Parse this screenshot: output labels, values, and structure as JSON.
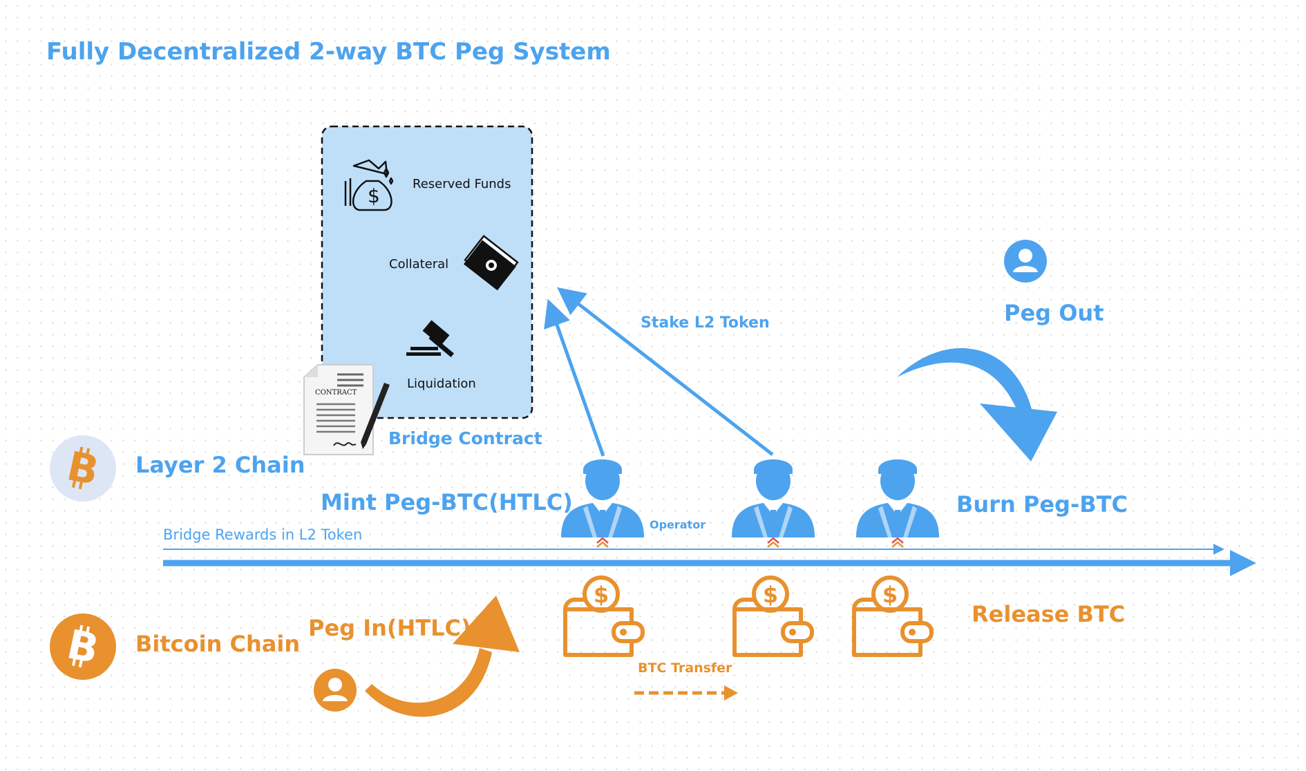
{
  "title": "Fully Decentralized 2-way BTC Peg System",
  "bridge": {
    "items": [
      {
        "label": "Reserved Funds",
        "icon": "money-bag-icon"
      },
      {
        "label": "Collateral",
        "icon": "cash-stack-icon"
      },
      {
        "label": "Liquidation",
        "icon": "gavel-icon"
      }
    ],
    "contract_doc_text": "CONTRACT",
    "label": "Bridge Contract"
  },
  "layers": {
    "l2": "Layer 2 Chain",
    "btc": "Bitcoin Chain"
  },
  "flows": {
    "stake": "Stake L2 Token",
    "mint": "Mint Peg-BTC(HTLC)",
    "burn": "Burn Peg-BTC",
    "peg_out": "Peg Out",
    "peg_in": "Peg In(HTLC)",
    "release": "Release BTC",
    "btc_transfer": "BTC Transfer",
    "rewards": "Bridge Rewards in L2 Token",
    "operator": "Operator"
  },
  "colors": {
    "blue": "#4da3ee",
    "orange": "#e8912e",
    "box_fill": "#bfdff9"
  }
}
